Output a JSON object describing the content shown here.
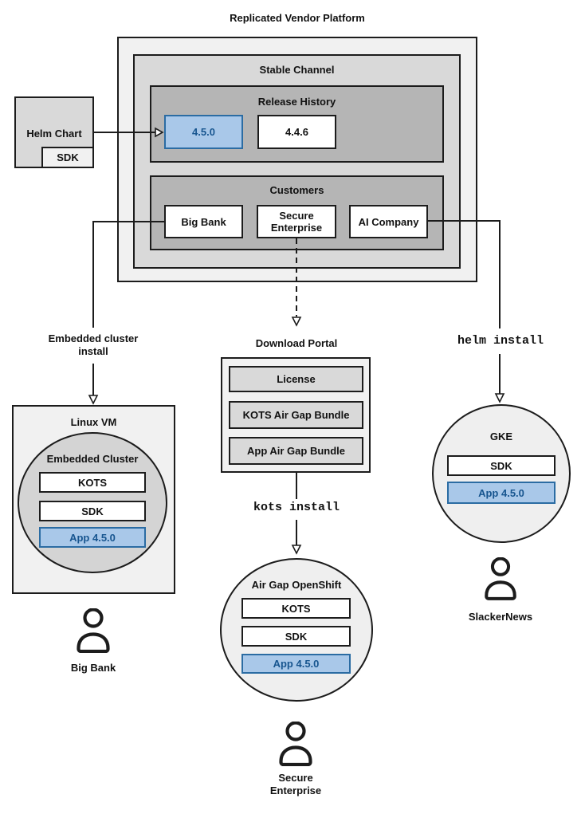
{
  "diagram": {
    "title": "Replicated Vendor Platform",
    "platform": {
      "channel_label": "Stable Channel",
      "release_history": {
        "title": "Release History",
        "versions": [
          {
            "label": "4.5.0",
            "highlighted": true
          },
          {
            "label": "4.4.6",
            "highlighted": false
          }
        ]
      },
      "customers": {
        "title": "Customers",
        "items": [
          {
            "label": "Big Bank"
          },
          {
            "label": "Secure Enterprise"
          },
          {
            "label": "AI Company"
          }
        ]
      }
    },
    "helm_chart": {
      "label": "Helm Chart",
      "sdk_label": "SDK"
    },
    "flows": {
      "embedded": {
        "arrow_label": "Embedded cluster\ninstall",
        "vm_title": "Linux VM",
        "cluster_title": "Embedded Cluster",
        "components": [
          {
            "label": "KOTS"
          },
          {
            "label": "SDK"
          }
        ],
        "app_label": "App 4.5.0",
        "user_label": "Big Bank"
      },
      "airgap": {
        "portal_title": "Download Portal",
        "portal_items": [
          {
            "label": "License"
          },
          {
            "label": "KOTS Air Gap Bundle"
          },
          {
            "label": "App Air Gap Bundle"
          }
        ],
        "command": "kots install",
        "cluster_title": "Air Gap OpenShift",
        "components": [
          {
            "label": "KOTS"
          },
          {
            "label": "SDK"
          }
        ],
        "app_label": "App 4.5.0",
        "user_label": "Secure\nEnterprise"
      },
      "helm": {
        "command": "helm install",
        "cluster_title": "GKE",
        "components": [
          {
            "label": "SDK"
          }
        ],
        "app_label": "App 4.5.0",
        "user_label": "SlackerNews"
      }
    },
    "colors": {
      "highlight_fill": "#a9c8e9",
      "highlight_border": "#2b6ca3",
      "highlight_text": "#17558f",
      "panel_light": "#f1f1f1",
      "panel_medium": "#d9d9d9",
      "panel_dark": "#b5b5b5",
      "line": "#1c1c1c"
    }
  }
}
